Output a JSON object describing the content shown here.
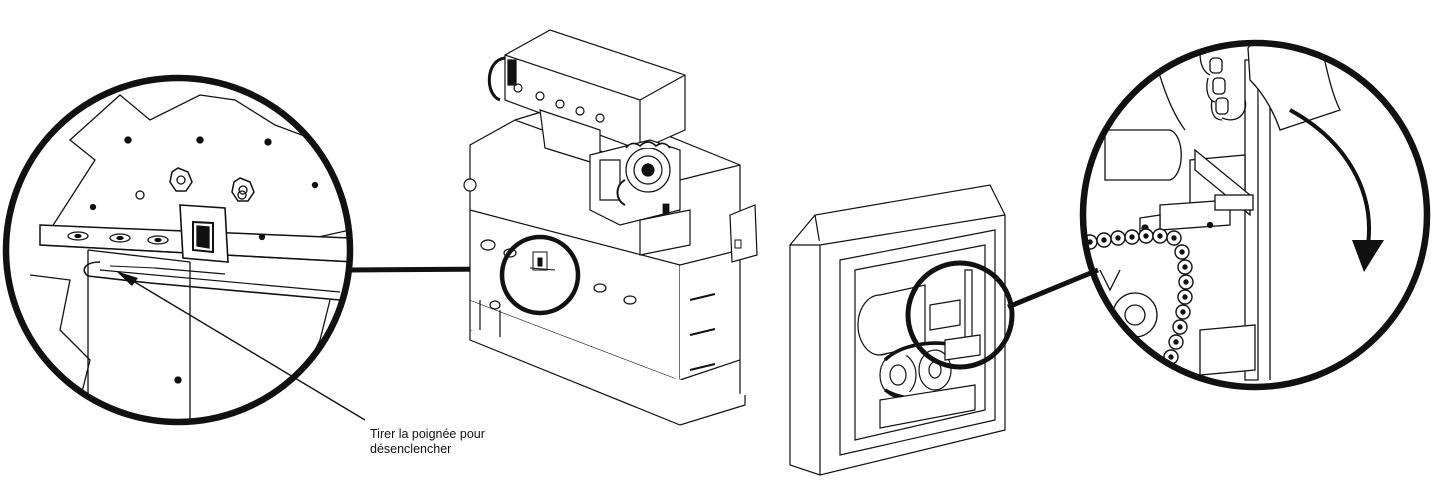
{
  "callout": {
    "line1": "Tirer la poignée pour",
    "line2": "désenclencher"
  },
  "colors": {
    "ink": "#111111",
    "paper": "#ffffff",
    "shade": "#d9d9d9"
  },
  "icons": [
    "pull-handle-detail",
    "operator-unit",
    "enclosure-unit",
    "hand-release-detail",
    "rotation-arrow-icon"
  ]
}
